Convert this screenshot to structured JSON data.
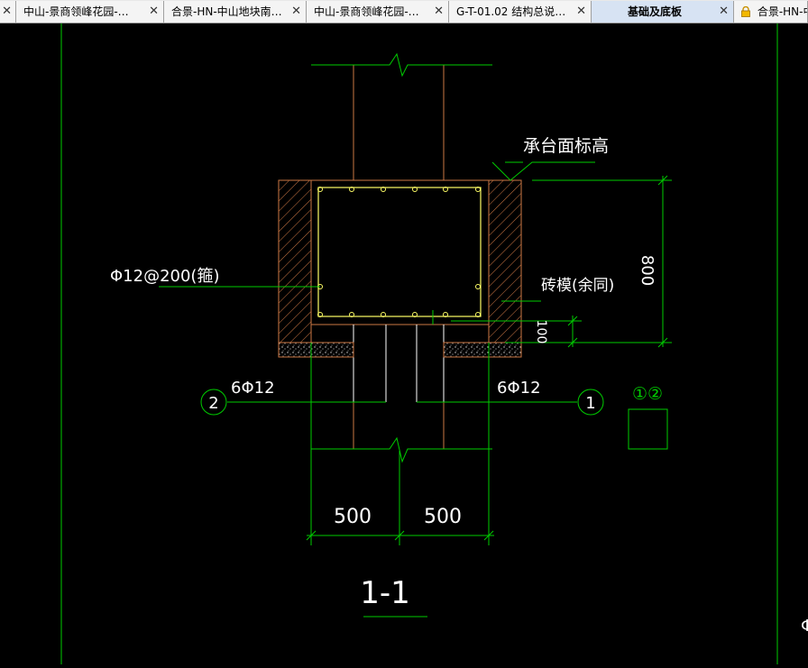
{
  "tabs": [
    {
      "label": "中山-景商领峰花园-…",
      "close": "✕",
      "active": false
    },
    {
      "label": "合景-HN-中山地块南…",
      "close": "✕",
      "active": false
    },
    {
      "label": "中山-景商领峰花园-…",
      "close": "✕",
      "active": false
    },
    {
      "label": "G-T-01.02 结构总说…",
      "close": "✕",
      "active": false
    },
    {
      "label": "基础及底板",
      "close": "✕",
      "active": true
    },
    {
      "label": "合景-HN-中",
      "close": "",
      "active": false,
      "locked": true
    }
  ],
  "drawing": {
    "label_top_elev": "承台面标高",
    "label_stirrup": "Φ12@200(箍)",
    "label_brick_mold": "砖模(余同)",
    "dim_800": "800",
    "dim_100": "100",
    "rebar_left": "6Φ12",
    "rebar_right": "6Φ12",
    "marker_2": "2",
    "marker_1": "1",
    "legend_marks": "①②",
    "dim_500_left": "500",
    "dim_500_right": "500",
    "section_title": "1-1",
    "edge_glyph": "Φ"
  },
  "colors": {
    "line": "#00cc00",
    "concrete": "#cc7744",
    "rebar": "#ffff66",
    "text": "#ffffff",
    "background": "#000000"
  }
}
